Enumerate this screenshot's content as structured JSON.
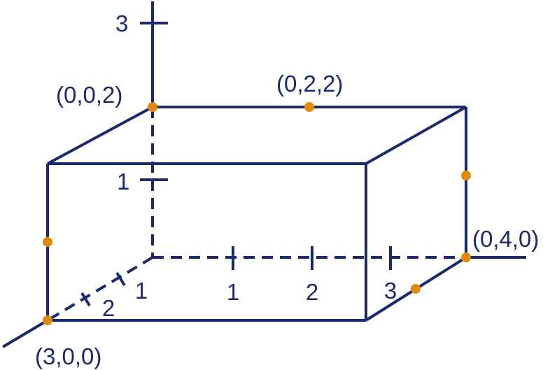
{
  "colors": {
    "line": "#1c2a6b",
    "point": "#e08a10",
    "background": "#ffffff"
  },
  "labels": {
    "z_tick_3": "3",
    "z_tick_1": "1",
    "y_tick_1": "1",
    "y_tick_2": "2",
    "y_tick_3": "3",
    "x_tick_1": "1",
    "x_tick_2": "2",
    "vertex_002": "(0,0,2)",
    "mid_022": "(0,2,2)",
    "vertex_040": "(0,4,0)",
    "vertex_300": "(3,0,0)"
  }
}
